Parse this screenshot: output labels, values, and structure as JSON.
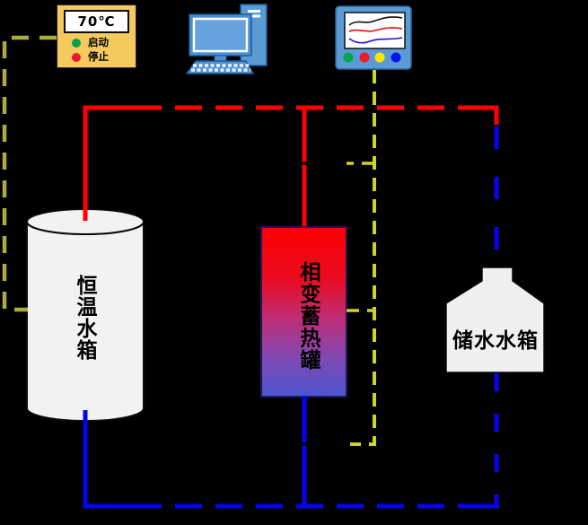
{
  "controller": {
    "display_value": "70℃",
    "indicators": [
      {
        "label": "启动",
        "color": "#0aa04a"
      },
      {
        "label": "停止",
        "color": "#e8192c"
      }
    ]
  },
  "tanks": {
    "constant_temperature": {
      "label": "恒温水箱"
    },
    "phase_change": {
      "label": "相变蓄热罐"
    },
    "water_storage": {
      "label": "储水水箱"
    }
  },
  "icons": [
    "temperature-controller",
    "start-indicator-icon",
    "stop-indicator-icon",
    "computer-icon",
    "data-logger-icon"
  ],
  "colors": {
    "background": "#000000",
    "hot_pipe": "#fe0000",
    "cold_pipe": "#0404ee",
    "controller_signal": "#a9ad3e",
    "logger_signal": "#cdd32b",
    "controller_bg": "#f4ca5e",
    "device_blue": "#5b9bd5",
    "tank_fill": "#f2f2f2",
    "pcm_gradient_top": "#fb0000",
    "pcm_gradient_bottom": "#4c54d0"
  }
}
